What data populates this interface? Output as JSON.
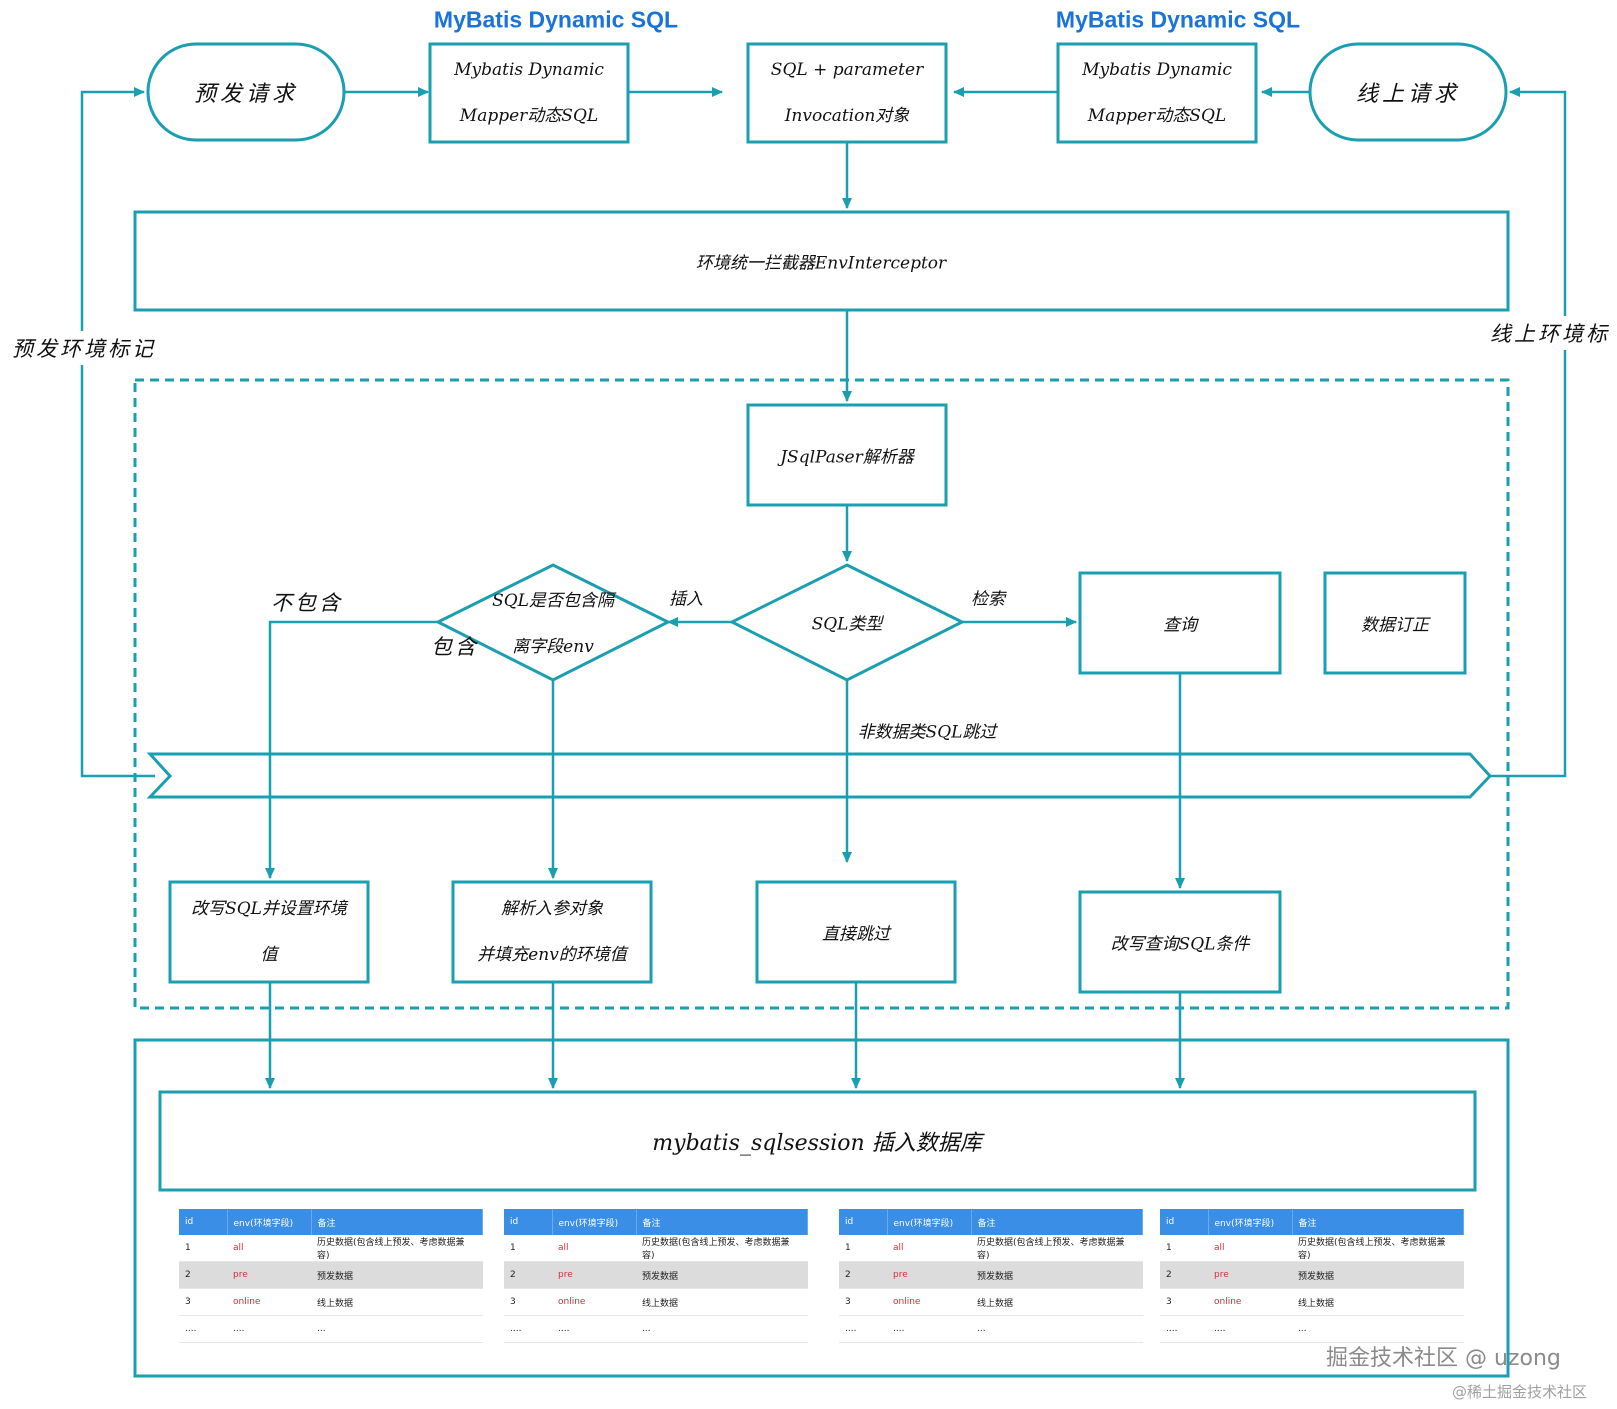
{
  "theme": {
    "stroke": "#1a9fb0",
    "title_color": "#1a73d9",
    "table_header": "#3a8ee6",
    "env_value_color": "#d0303a"
  },
  "titles": {
    "left": "MyBatis Dynamic SQL",
    "right": "MyBatis Dynamic SQL"
  },
  "nodes": {
    "pre_request": "预发请求",
    "online_request": "线上请求",
    "mapper_left_l1": "Mybatis Dynamic",
    "mapper_left_l2": "Mapper动态SQL",
    "mapper_right_l1": "Mybatis Dynamic",
    "mapper_right_l2": "Mapper动态SQL",
    "invocation_l1": "SQL + parameter",
    "invocation_l2": "Invocation对象",
    "interceptor": "环境统一拦截器EnvInterceptor",
    "parser": "JSqlPaser解析器",
    "sql_type": "SQL类型",
    "contains_env_l1": "SQL是否包含隔",
    "contains_env_l2": "离字段env",
    "query": "查询",
    "data_fix": "数据订正",
    "rewrite_set_env_l1": "改写SQL并设置环境",
    "rewrite_set_env_l2": "值",
    "parse_params_l1": "解析入参对象",
    "parse_params_l2": "并填充env的环境值",
    "skip": "直接跳过",
    "rewrite_query": "改写查询SQL条件",
    "db_insert": "mybatis_sqlsession 插入数据库"
  },
  "edge_labels": {
    "pre_env_mark": "预发环境标记",
    "online_env_mark": "线上环境标",
    "insert": "插入",
    "search": "检索",
    "not_contains": "不包含",
    "contains": "包含",
    "non_data_skip": "非数据类SQL跳过"
  },
  "tables": [
    {
      "headers": [
        "id",
        "env(环境字段)",
        "备注"
      ],
      "rows": [
        [
          "1",
          "all",
          "历史数据(包含线上预发、考虑数据兼容)"
        ],
        [
          "2",
          "pre",
          "预发数据"
        ],
        [
          "3",
          "online",
          "线上数据"
        ],
        [
          "....",
          "....",
          "..."
        ]
      ]
    },
    {
      "headers": [
        "id",
        "env(环境字段)",
        "备注"
      ],
      "rows": [
        [
          "1",
          "all",
          "历史数据(包含线上预发、考虑数据兼容)"
        ],
        [
          "2",
          "pre",
          "预发数据"
        ],
        [
          "3",
          "online",
          "线上数据"
        ],
        [
          "....",
          "....",
          "..."
        ]
      ]
    },
    {
      "headers": [
        "id",
        "env(环境字段)",
        "备注"
      ],
      "rows": [
        [
          "1",
          "all",
          "历史数据(包含线上预发、考虑数据兼容)"
        ],
        [
          "2",
          "pre",
          "预发数据"
        ],
        [
          "3",
          "online",
          "线上数据"
        ],
        [
          "....",
          "....",
          "..."
        ]
      ]
    },
    {
      "headers": [
        "id",
        "env(环境字段)",
        "备注"
      ],
      "rows": [
        [
          "1",
          "all",
          "历史数据(包含线上预发、考虑数据兼容)"
        ],
        [
          "2",
          "pre",
          "预发数据"
        ],
        [
          "3",
          "online",
          "线上数据"
        ],
        [
          "....",
          "....",
          "..."
        ]
      ]
    }
  ],
  "watermark": {
    "main": "掘金技术社区 @ uzong",
    "sub": "@稀土掘金技术社区"
  }
}
